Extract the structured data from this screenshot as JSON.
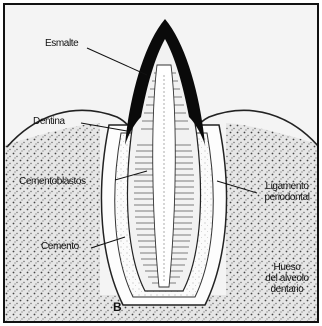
{
  "diagram": {
    "labels": {
      "enamel": "Esmalte",
      "dentin": "Dentina",
      "cementoblasts": "Cementoblastos",
      "periodontal_line1": "Ligamento",
      "periodontal_line2": "periodontal",
      "cementum": "Cemento",
      "bone_line1": "Hueso",
      "bone_line2": "del alveolo",
      "bone_line3": "dentario",
      "panel_letter": "B"
    }
  }
}
